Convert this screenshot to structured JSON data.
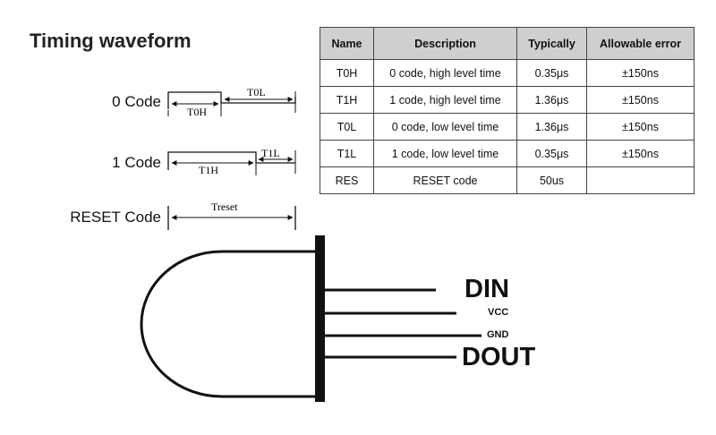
{
  "title": "Timing waveform",
  "codes": {
    "zero_label": "0 Code",
    "one_label": "1 Code",
    "reset_label": "RESET Code"
  },
  "waveform_text": {
    "t0h": "T0H",
    "t0l": "T0L",
    "t1h": "T1H",
    "t1l": "T1L",
    "treset": "Treset"
  },
  "table": {
    "headers": [
      "Name",
      "Description",
      "Typically",
      "Allowable error"
    ],
    "rows": [
      [
        "T0H",
        "0 code, high level time",
        "0.35μs",
        "±150ns"
      ],
      [
        "T1H",
        "1 code, high level time",
        "1.36μs",
        "±150ns"
      ],
      [
        "T0L",
        "0 code, low level time",
        "1.36μs",
        "±150ns"
      ],
      [
        "T1L",
        "1 code, low level time",
        "0.35μs",
        "±150ns"
      ],
      [
        "RES",
        "RESET code",
        "50us",
        ""
      ]
    ]
  },
  "pins": {
    "din": "DIN",
    "vcc": "VCC",
    "gnd": "GND",
    "dout": "DOUT"
  }
}
